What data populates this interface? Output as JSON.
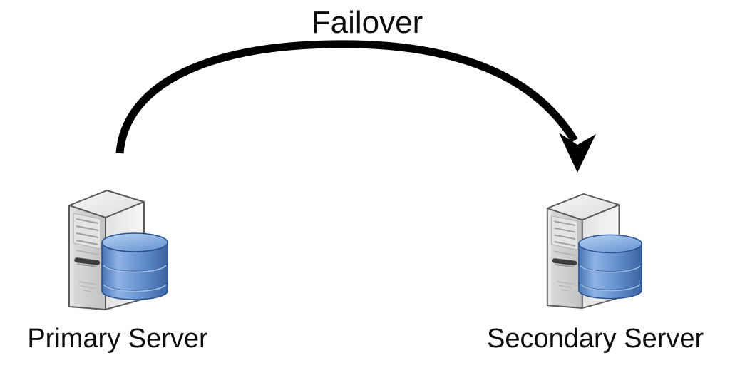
{
  "diagram": {
    "title": "Failover",
    "arrow": {
      "label": "Failover",
      "from": "primary-server",
      "to": "secondary-server",
      "style": "curved-arc",
      "color": "#000000"
    },
    "nodes": [
      {
        "id": "primary-server",
        "label": "Primary Server",
        "icon": "server-database-icon"
      },
      {
        "id": "secondary-server",
        "label": "Secondary Server",
        "icon": "server-database-icon"
      }
    ],
    "icon_colors": {
      "tower_front": "#d2d2d2",
      "tower_side": "#efefef",
      "tower_top": "#ebebeb",
      "tower_outline": "#5a5a5a",
      "drive_slot": "#3e3e3e",
      "database_top": "#9dbfec",
      "database_body": "#6b96d2",
      "database_outline": "#2c5191"
    },
    "background": "#ffffff",
    "text_color": "#0c0c0c"
  }
}
